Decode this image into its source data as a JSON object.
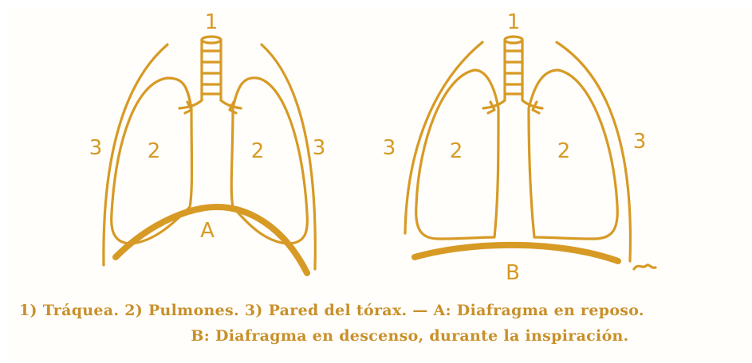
{
  "figure": {
    "labels": {
      "trachea_a": "1",
      "trachea_b": "1",
      "lung_a_left": "2",
      "lung_a_right": "2",
      "lung_b_left": "2",
      "lung_b_right": "2",
      "wall_a_left": "3",
      "wall_a_right": "3",
      "wall_b_left": "3",
      "wall_b_right": "3",
      "diaphragm_a": "A",
      "diaphragm_b": "B"
    },
    "color": "#d79a25"
  },
  "caption": {
    "line1": "1) Tráquea. 2) Pulmones. 3) Pared del tórax. — A: Diafragma en reposo.",
    "line2": "B: Diafragma en descenso, durante la inspiración."
  }
}
